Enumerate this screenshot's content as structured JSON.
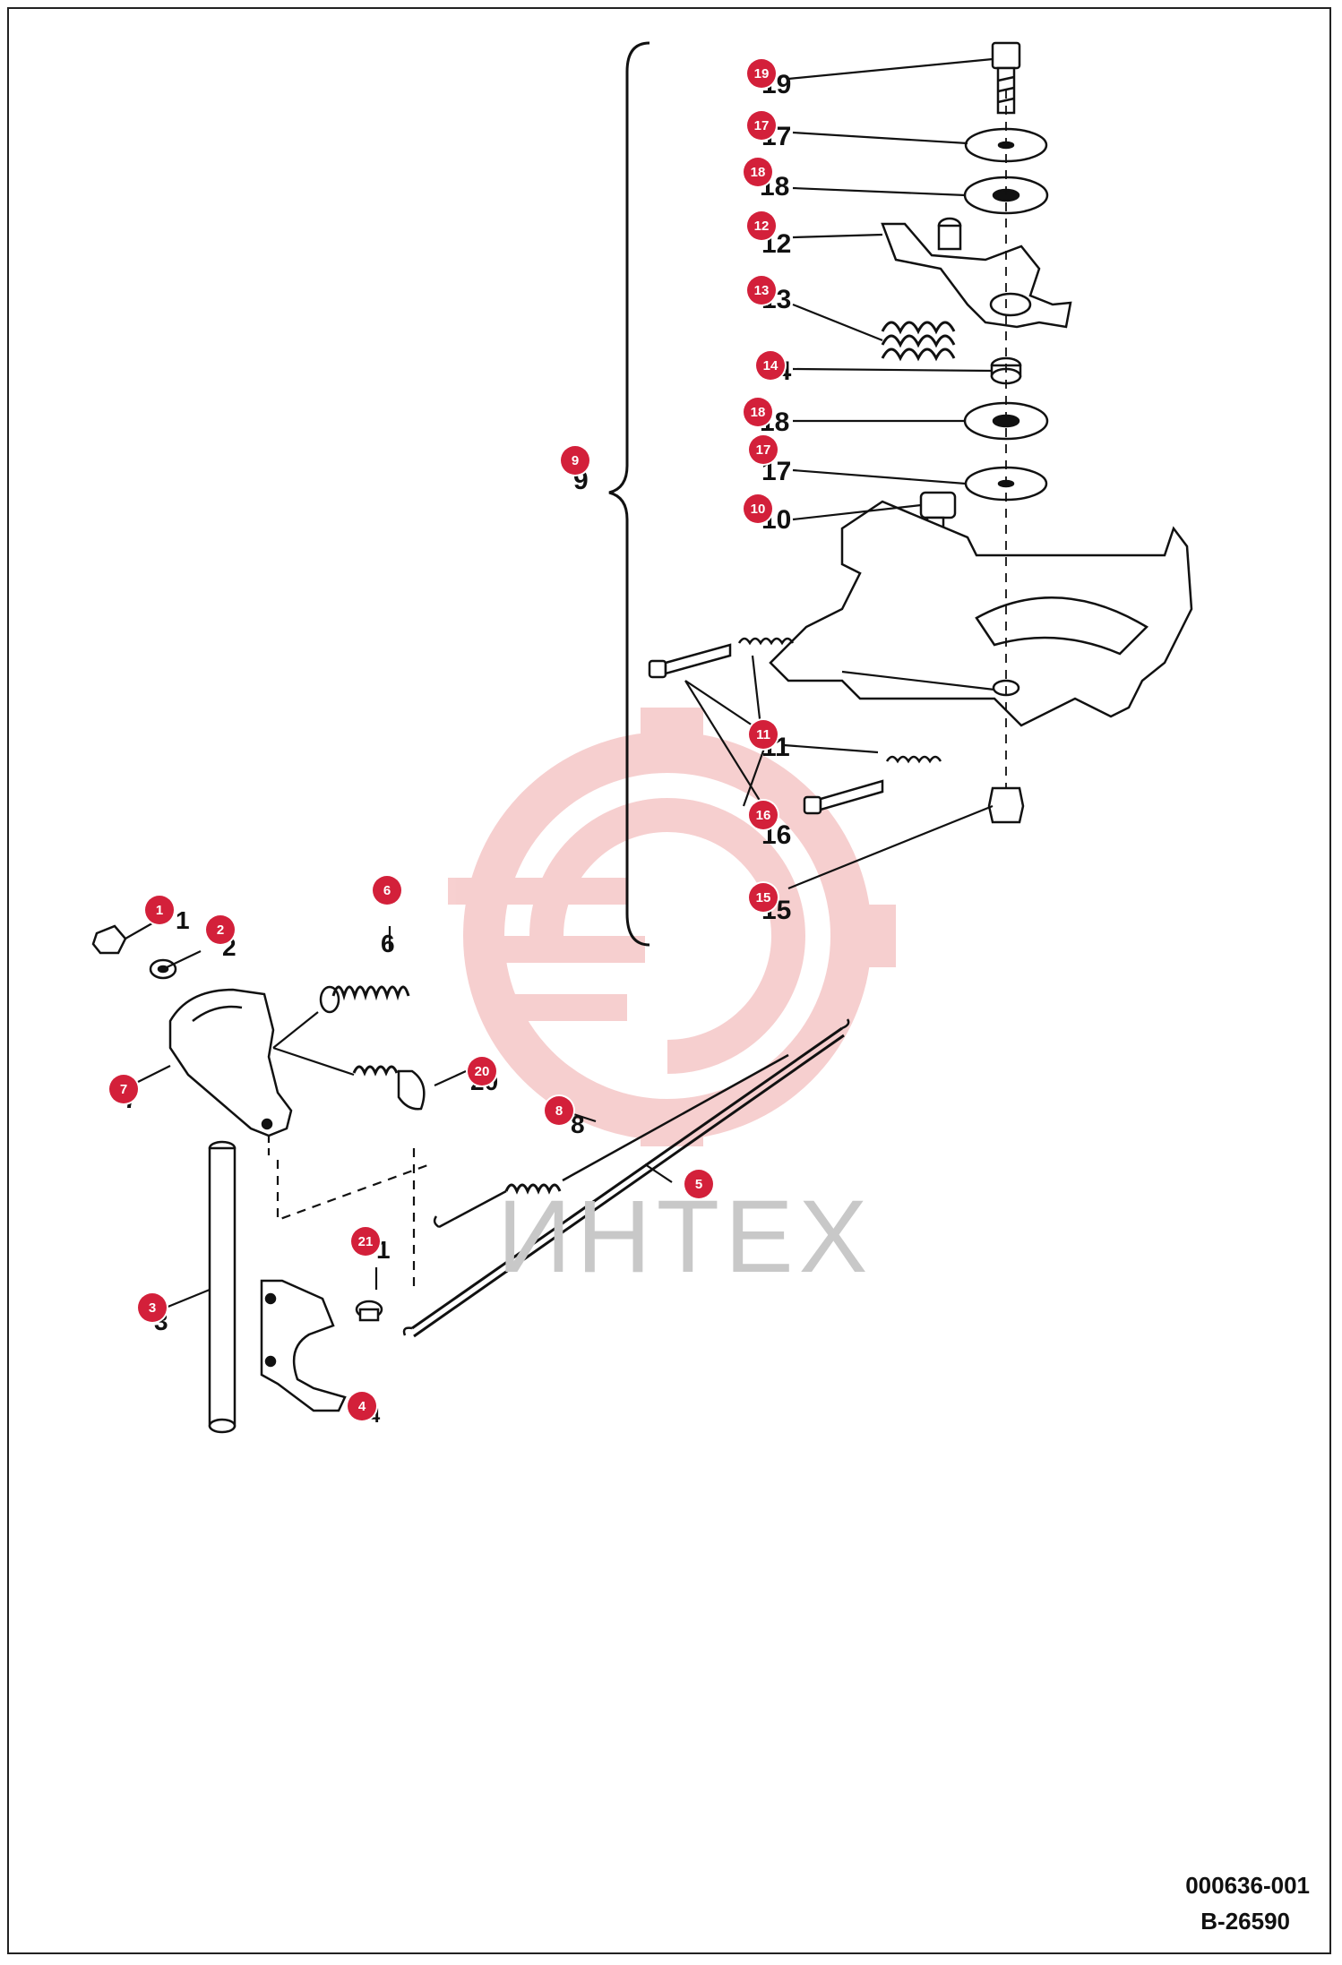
{
  "watermark": {
    "text": "ИНТЕХ",
    "brand_color": "#f2b9b9"
  },
  "accent_color": "#d3203a",
  "drawing_codes": {
    "code1": "000636-001",
    "code2": "B-26590"
  },
  "callouts": {
    "c1": "1",
    "c2": "2",
    "c3": "3",
    "c4": "4",
    "c5": "5",
    "c6": "6",
    "c7": "7",
    "c8": "8",
    "c9": "9",
    "c10": "10",
    "c11": "11",
    "c12": "12",
    "c13": "13",
    "c14": "14",
    "c15": "15",
    "c16": "16",
    "c17a": "17",
    "c17b": "17",
    "c18a": "18",
    "c18b": "18",
    "c19": "19",
    "c20": "20",
    "c21": "21"
  },
  "printed_labels": {
    "l19": "19",
    "l17a": "17",
    "l18a": "18",
    "l12": "12",
    "l13": "13",
    "l14": "14",
    "l18b": "18",
    "l17b": "17",
    "l10": "10",
    "l9": "9",
    "l11": "11",
    "l16": "16",
    "l15": "15",
    "l1": "1",
    "l2": "2",
    "l6": "6",
    "l7": "7",
    "l20": "20",
    "l8": "8",
    "l21": "1",
    "l3": "3",
    "l4": "4"
  }
}
